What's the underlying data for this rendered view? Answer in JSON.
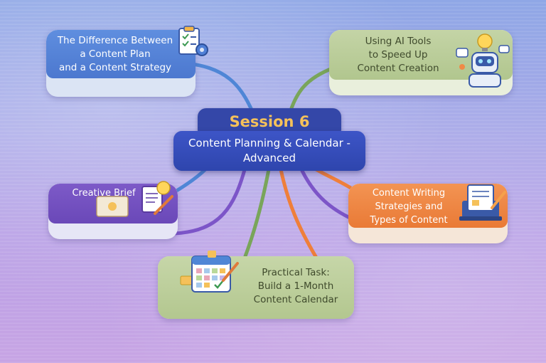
{
  "center": {
    "session": "Session 6",
    "title_line1": "Content Planning & Calendar -",
    "title_line2": "Advanced"
  },
  "nodes": {
    "plan_vs_strategy": {
      "lines": [
        "The Difference Between",
        "a Content Plan",
        "and a Content Strategy"
      ],
      "color": "#5b85d8",
      "icon": "checklist-gear-icon"
    },
    "ai_tools": {
      "lines": [
        "Using AI Tools",
        "to Speed Up",
        "Content Creation"
      ],
      "color": "#b7c99a",
      "icon": "robot-lightbulb-icon"
    },
    "creative_brief": {
      "lines": [
        "Creative Brief"
      ],
      "color": "#7a55c4",
      "icon": "brief-document-lightbulb-icon"
    },
    "writing_strategies": {
      "lines": [
        "Content Writing",
        "Strategies and",
        "Types of Content"
      ],
      "color": "#f08a46",
      "icon": "laptop-document-pen-icon"
    },
    "practical_task": {
      "lines": [
        "Practical Task:",
        "Build a 1-Month",
        "Content Calendar"
      ],
      "color": "#bccda0",
      "icon": "calendar-pen-icon"
    }
  },
  "colors": {
    "center": "#3447a8",
    "session_text": "#f5c15a",
    "link_blue": "#4f86d6",
    "link_green": "#79a55a",
    "link_purple": "#7c55c8",
    "link_orange": "#ef7f3a"
  }
}
